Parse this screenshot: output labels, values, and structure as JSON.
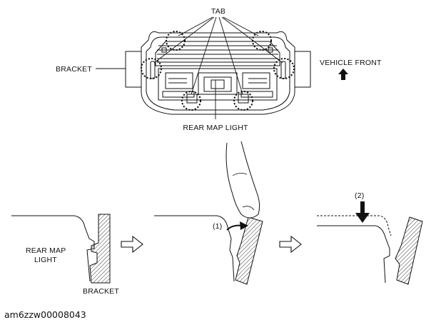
{
  "labels": {
    "tab": "TAB",
    "bracket_top": "BRACKET",
    "vehicle_front": "VEHICLE FRONT",
    "rear_map_light_top": "REAR MAP LIGHT",
    "rear_map_light_left_1": "REAR MAP",
    "rear_map_light_left_2": "LIGHT",
    "bracket_bottom": "BRACKET",
    "step_1": "(1)",
    "step_2": "(2)"
  },
  "caption": "am6zzw00008043"
}
